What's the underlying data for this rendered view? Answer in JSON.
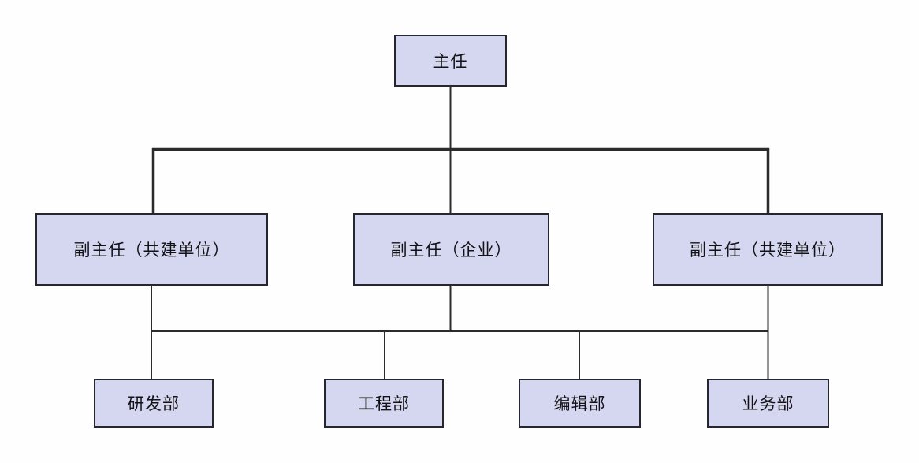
{
  "diagram": {
    "type": "org-chart",
    "nodes": {
      "root": {
        "label": "主任"
      },
      "level2": [
        {
          "label": "副主任（共建单位）"
        },
        {
          "label": "副主任（企业）"
        },
        {
          "label": "副主任（共建单位）"
        }
      ],
      "level3": [
        {
          "label": "研发部"
        },
        {
          "label": "工程部"
        },
        {
          "label": "编辑部"
        },
        {
          "label": "业务部"
        }
      ]
    },
    "colors": {
      "node_fill": "#d5d7f1",
      "node_border": "#26262e",
      "connector": "#2b2b2b",
      "background": "#fefefe"
    }
  }
}
